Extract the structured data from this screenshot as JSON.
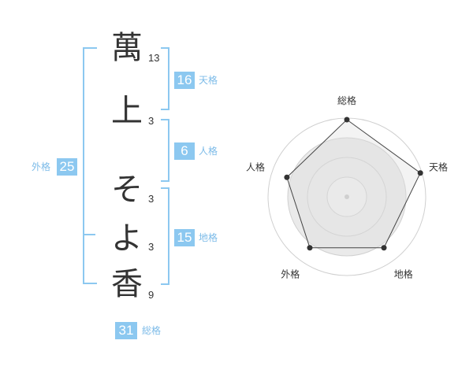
{
  "colors": {
    "accent": "#8cc8f0",
    "badge": "#8cc8f0",
    "label_text": "#7cbbe8",
    "text": "#333333"
  },
  "characters": [
    {
      "char": "萬",
      "strokes": "13"
    },
    {
      "char": "上",
      "strokes": "3"
    },
    {
      "char": "そ",
      "strokes": "3"
    },
    {
      "char": "よ",
      "strokes": "3"
    },
    {
      "char": "香",
      "strokes": "9"
    }
  ],
  "scores": {
    "tenkaku": {
      "value": "16",
      "label": "天格"
    },
    "jinkaku": {
      "value": "6",
      "label": "人格"
    },
    "chikaku": {
      "value": "15",
      "label": "地格"
    },
    "gaikaku": {
      "value": "25",
      "label": "外格"
    },
    "soukaku": {
      "value": "31",
      "label": "総格"
    }
  },
  "chart_data": {
    "type": "radar",
    "axes": [
      "総格",
      "天格",
      "地格",
      "外格",
      "人格"
    ],
    "values": [
      0.98,
      0.98,
      0.8,
      0.8,
      0.8
    ],
    "range": [
      0,
      1
    ],
    "rings": 4,
    "grid": true,
    "legend": "none"
  }
}
